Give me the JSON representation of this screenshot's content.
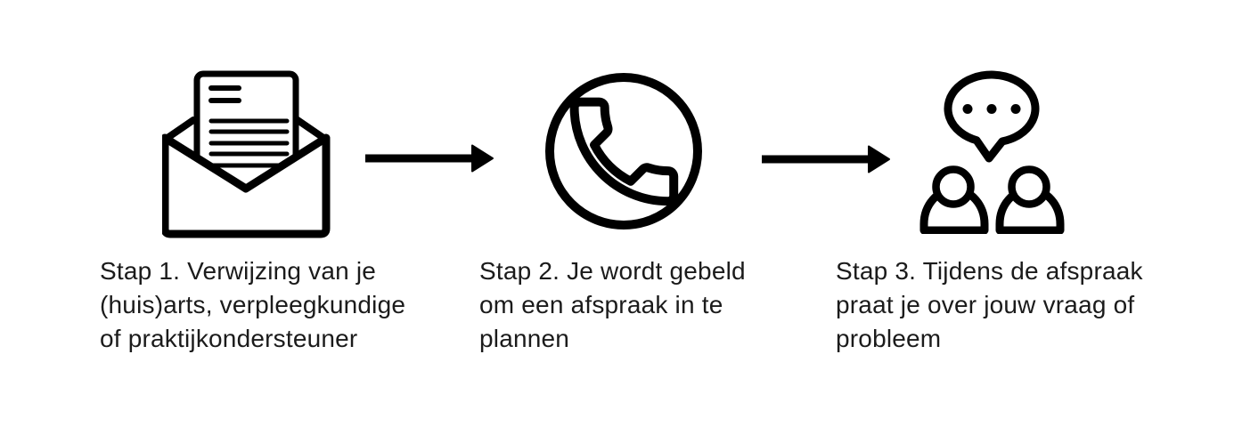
{
  "diagram": {
    "background_color": "#ffffff",
    "text_color": "#1b1b1b",
    "icon_color": "#000000",
    "steps": [
      {
        "number": "1",
        "icon": "open-envelope-with-letter-icon",
        "lines": [
          "Stap 1. Verwijzing van je",
          "(huis)arts, verpleegkundige",
          "of praktijkondersteuner"
        ],
        "full_text": "Stap 1. Verwijzing van je (huis)arts, verpleegkundige of praktijkondersteuner"
      },
      {
        "number": "2",
        "icon": "phone-call-circle-icon",
        "lines": [
          "Stap 2. Je wordt gebeld",
          "om een afspraak in te",
          "plannen"
        ],
        "full_text": "Stap 2. Je wordt gebeld om een afspraak in te plannen"
      },
      {
        "number": "3",
        "icon": "conversation-two-people-speech-bubble-icon",
        "lines": [
          "Stap 3. Tijdens de afspraak",
          "praat je over jouw vraag of",
          "probleem"
        ],
        "full_text": "Stap 3. Tijdens de afspraak praat je over jouw vraag of probleem"
      }
    ],
    "connectors": [
      {
        "type": "arrow-right"
      },
      {
        "type": "arrow-right"
      }
    ]
  }
}
